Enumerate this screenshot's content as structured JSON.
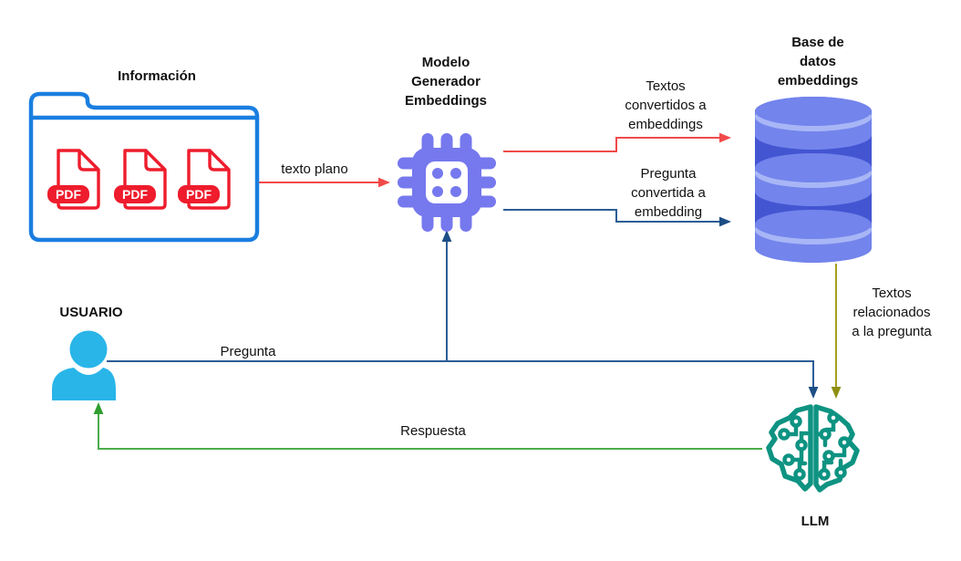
{
  "diagram": {
    "nodes": {
      "informacion": {
        "label": "Información",
        "files": [
          "PDF",
          "PDF",
          "PDF"
        ]
      },
      "modelo": {
        "lines": [
          "Modelo",
          "Generador",
          "Embeddings"
        ]
      },
      "base_datos": {
        "lines": [
          "Base de",
          "datos",
          "embeddings"
        ]
      },
      "usuario": {
        "label": "USUARIO"
      },
      "llm": {
        "label": "LLM"
      }
    },
    "edges": {
      "texto_plano": {
        "label": "texto plano"
      },
      "textos_convertidos": {
        "lines": [
          "Textos",
          "convertidos a",
          "embeddings"
        ]
      },
      "pregunta_convertida": {
        "lines": [
          "Pregunta",
          "convertida a",
          "embedding"
        ]
      },
      "pregunta": {
        "label": "Pregunta"
      },
      "textos_relacionados": {
        "lines": [
          "Textos",
          "relacionados",
          "a la pregunta"
        ]
      },
      "respuesta": {
        "label": "Respuesta"
      }
    },
    "colors": {
      "folder_blue": "#1a7ee0",
      "pdf_red": "#ee1c2c",
      "arrow_red": "#f14a4a",
      "arrow_blue": "#2c5d97",
      "arrow_blue_head": "#1d4e86",
      "arrow_olive": "#a2a11c",
      "arrow_olive_head": "#8f8f12",
      "arrow_green": "#4bad4b",
      "arrow_green_head": "#2f9e2f",
      "chip_purple": "#7678ee",
      "db_body": "#7384ec",
      "db_light": "#a8b6f6",
      "db_dark": "#4455d2",
      "user_cyan": "#29b5e8",
      "llm_teal": "#0e9382",
      "text": "#111111",
      "background": "#ffffff"
    }
  }
}
